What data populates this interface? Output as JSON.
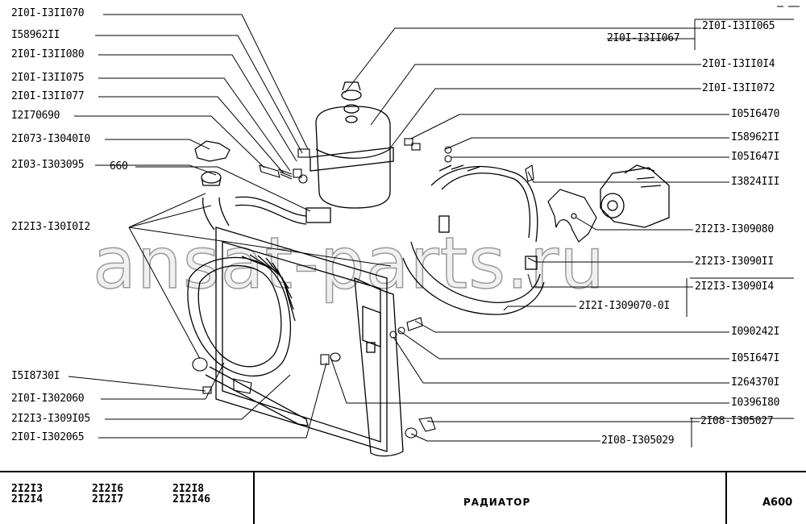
{
  "watermark": "ansat-parts.ru",
  "labels_left": [
    {
      "id": "l1",
      "text": "2I0I-I3II070"
    },
    {
      "id": "l2",
      "text": "I58962II"
    },
    {
      "id": "l3",
      "text": "2I0I-I3II080"
    },
    {
      "id": "l4",
      "text": "2I0I-I3II075"
    },
    {
      "id": "l5",
      "text": "2I0I-I3II077"
    },
    {
      "id": "l6",
      "text": "I2I70690"
    },
    {
      "id": "l7",
      "text": "2I073-I3040I0"
    },
    {
      "id": "l8",
      "text": "2I03-I303095"
    },
    {
      "id": "l9",
      "text": "660"
    },
    {
      "id": "l10",
      "text": "2I2I3-I30I0I2"
    },
    {
      "id": "l11",
      "text": "I5I8730I"
    },
    {
      "id": "l12",
      "text": "2I0I-I302060"
    },
    {
      "id": "l13",
      "text": "2I2I3-I309I05"
    },
    {
      "id": "l14",
      "text": "2I0I-I302065"
    }
  ],
  "labels_right": [
    {
      "id": "r1",
      "text": "2I0I-I3II065"
    },
    {
      "id": "r2",
      "text": "2I0I-I3II067"
    },
    {
      "id": "r3",
      "text": "2I0I-I3II0I4"
    },
    {
      "id": "r4",
      "text": "2I0I-I3II072"
    },
    {
      "id": "r5",
      "text": "I05I6470"
    },
    {
      "id": "r6",
      "text": "I58962II"
    },
    {
      "id": "r7",
      "text": "I05I647I"
    },
    {
      "id": "r8",
      "text": "I3824III"
    },
    {
      "id": "r9",
      "text": "2I2I3-I309080"
    },
    {
      "id": "r10",
      "text": "2I2I3-I3090II"
    },
    {
      "id": "r11",
      "text": "2I2I3-I3090I4"
    },
    {
      "id": "r12",
      "text": "2I2I-I309070-0I"
    },
    {
      "id": "r13",
      "text": "I090242I"
    },
    {
      "id": "r14",
      "text": "I05I647I"
    },
    {
      "id": "r15",
      "text": "I264370I"
    },
    {
      "id": "r16",
      "text": "I0396I80"
    },
    {
      "id": "r17",
      "text": "2I08-I305027"
    },
    {
      "id": "r18",
      "text": "2I08-I305029"
    }
  ],
  "footer": {
    "models_col1": [
      "2I2I3",
      "2I2I4"
    ],
    "models_col2": [
      "2I2I6",
      "2I2I7"
    ],
    "models_col3": [
      "2I2I8",
      "2I2I46"
    ],
    "title": "РАДИАТОР",
    "code": "A600"
  }
}
